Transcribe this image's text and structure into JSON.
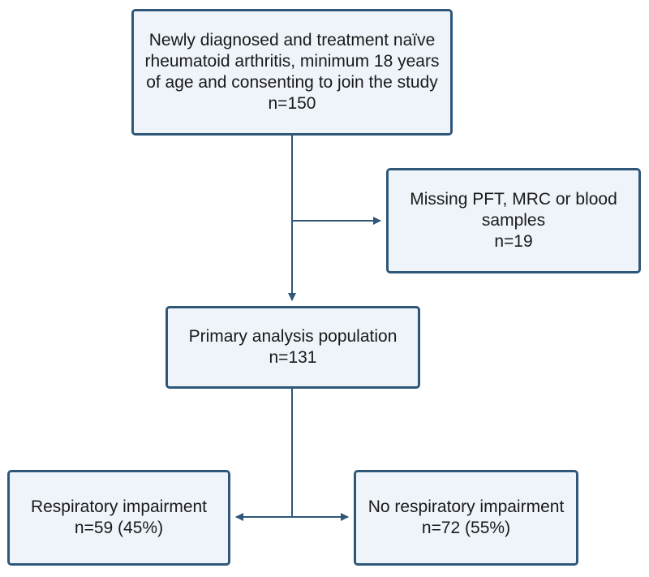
{
  "nodes": {
    "top": {
      "lines": [
        "Newly diagnosed and treatment naïve",
        "rheumatoid arthritis, minimum 18 years",
        "of age and consenting to join the study",
        "n=150"
      ]
    },
    "missing": {
      "lines": [
        "Missing PFT, MRC or blood",
        "samples",
        "n=19"
      ]
    },
    "primary": {
      "lines": [
        "Primary analysis population",
        "n=131"
      ]
    },
    "resp": {
      "lines": [
        "Respiratory impairment",
        "n=59 (45%)"
      ]
    },
    "noresp": {
      "lines": [
        "No respiratory impairment",
        "n=72 (55%)"
      ]
    }
  },
  "edges": [
    {
      "from": "top",
      "to": "primary"
    },
    {
      "from": "top",
      "to": "missing"
    },
    {
      "from": "primary",
      "to": "resp"
    },
    {
      "from": "primary",
      "to": "noresp"
    }
  ],
  "colors": {
    "box_fill": "#eef4fa",
    "box_border": "#2f5779",
    "connector": "#2f5779",
    "text": "#1a1a1a"
  }
}
